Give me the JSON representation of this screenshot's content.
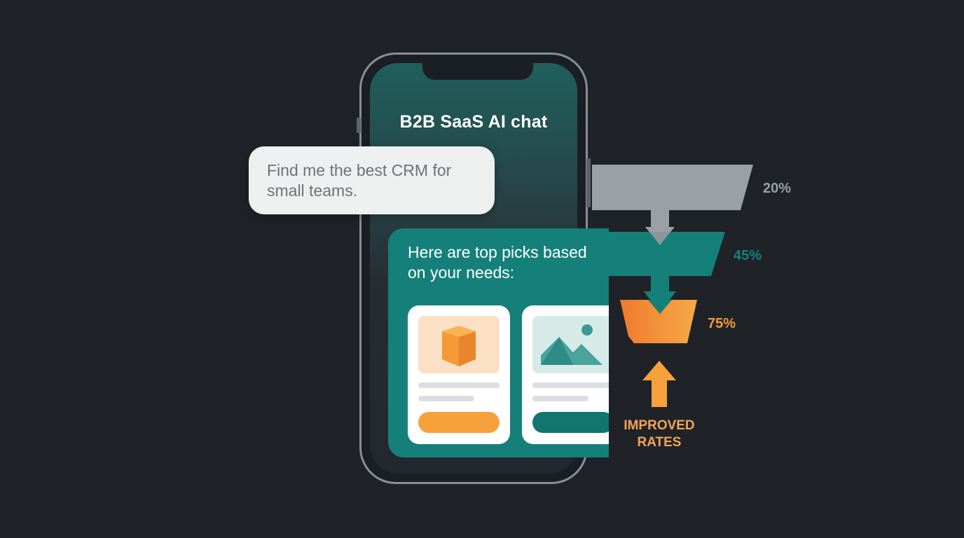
{
  "phone": {
    "title": "B2B SaaS AI chat"
  },
  "chat": {
    "user_message": "Find me the best CRM for small teams.",
    "bot_message": "Here are top picks based\non your needs:"
  },
  "products": [
    {
      "image_icon": "box-icon",
      "button_color": "#f7a13c"
    },
    {
      "image_icon": "landscape-image-icon",
      "button_color": "#12766f"
    }
  ],
  "funnel": {
    "stages": [
      {
        "label": "20%",
        "color": "#9aa0a6"
      },
      {
        "label": "45%",
        "color": "#15807a"
      },
      {
        "label": "75%",
        "color": "#f29a3c"
      }
    ],
    "callout": "IMPROVED\nRATES",
    "callout_icon": "arrow-up-icon"
  },
  "colors": {
    "background": "#1f2328",
    "teal": "#15807a",
    "orange": "#f7a13c",
    "gray": "#9aa0a6"
  }
}
